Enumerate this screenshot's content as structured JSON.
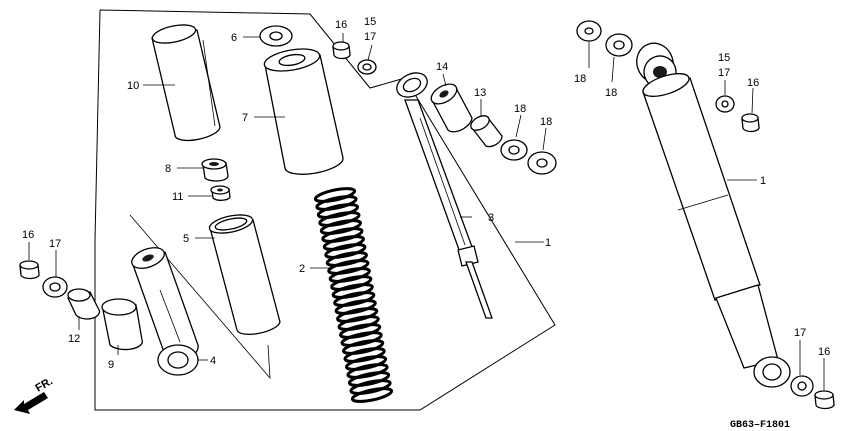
{
  "diagram": {
    "code": "GB63–F1801",
    "direction_label": "FR.",
    "callouts": {
      "c1a": "1",
      "c1b": "1",
      "c2": "2",
      "c3": "3",
      "c4": "4",
      "c5": "5",
      "c6": "6",
      "c7": "7",
      "c8": "8",
      "c9": "9",
      "c10": "10",
      "c11": "11",
      "c12": "12",
      "c13": "13",
      "c14": "14",
      "c15a": "15",
      "c15b": "15",
      "c16a": "16",
      "c16b": "16",
      "c16c": "16",
      "c16d": "16",
      "c17a": "17",
      "c17b": "17",
      "c17c": "17",
      "c17d": "17",
      "c18a": "18",
      "c18b": "18",
      "c18c": "18",
      "c18d": "18"
    }
  }
}
